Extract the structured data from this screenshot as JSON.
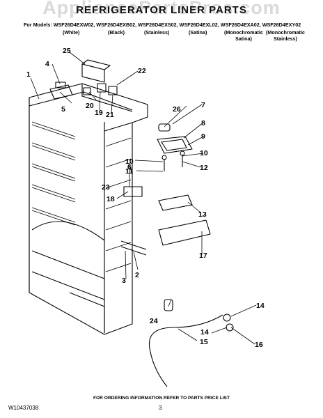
{
  "header": {
    "title": "REFRIGERATOR LINER PARTS",
    "models": "For Models: WSF26D4EXW02, WSF26D4EXB02, WSF26D4EXS02, WSF26D4EXL02, WSF26D4EXA02, WSF26D4EXY02",
    "variants": [
      {
        "line1": "(White)",
        "line2": ""
      },
      {
        "line1": "(Black)",
        "line2": ""
      },
      {
        "line1": "(Stainless)",
        "line2": ""
      },
      {
        "line1": "(Satina)",
        "line2": ""
      },
      {
        "line1": "(Monochromatic",
        "line2": "Satina)"
      },
      {
        "line1": "(Monochromatic",
        "line2": "Stainless)"
      }
    ]
  },
  "watermark": "AppliancePartsPros.com",
  "diagram": {
    "callouts": [
      "1",
      "2",
      "3",
      "4",
      "5",
      "6",
      "7",
      "8",
      "9",
      "10",
      "10",
      "11",
      "12",
      "13",
      "14",
      "14",
      "15",
      "16",
      "17",
      "18",
      "19",
      "20",
      "21",
      "22",
      "23",
      "24",
      "25",
      "26"
    ]
  },
  "footer": {
    "instruction": "FOR ORDERING INFORMATION REFER TO PARTS PRICE LIST",
    "doc_number": "W10437038",
    "page_number": "3"
  }
}
